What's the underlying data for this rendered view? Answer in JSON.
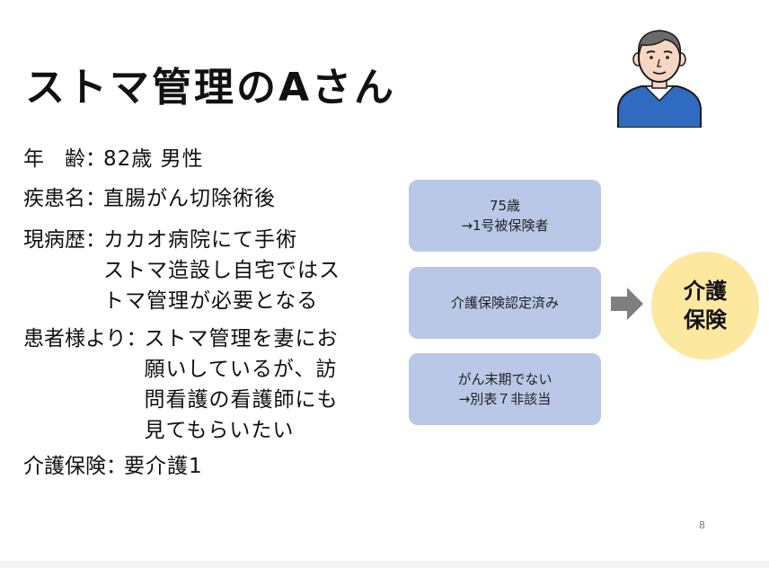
{
  "title": "ストマ管理のAさん",
  "info": {
    "age_label": "年　齢",
    "age_value": "82歳 男性",
    "disease_label": "疾患名",
    "disease_value": "直腸がん切除術後",
    "history_label": "現病歴",
    "history_lines": [
      "カカオ病院にて手術",
      "ストマ造設し自宅ではス",
      "トマ管理が必要となる"
    ],
    "patient_label": "患者様より",
    "patient_lines": [
      "ストマ管理を妻にお",
      "願いしているが、訪",
      "問看護の看護師にも",
      "見てもらいたい"
    ],
    "insurance_label": "介護保険",
    "insurance_value": "要介護1",
    "colon": "："
  },
  "boxes": [
    {
      "lines": [
        "75歳",
        "→1号被保険者"
      ]
    },
    {
      "lines": [
        "介護保険認定済み"
      ]
    },
    {
      "lines": [
        "がん末期でない",
        "→別表７非該当"
      ]
    }
  ],
  "result": {
    "lines": [
      "介護",
      "保険"
    ]
  },
  "page_number": "8",
  "colors": {
    "box_fill": "#b9c8e6",
    "circle_fill": "#fde8a0",
    "arrow": "#7f7f7f",
    "sweater": "#2f6cbf"
  },
  "icons": {
    "arrow": "right-arrow-icon",
    "person": "elderly-man-icon"
  }
}
